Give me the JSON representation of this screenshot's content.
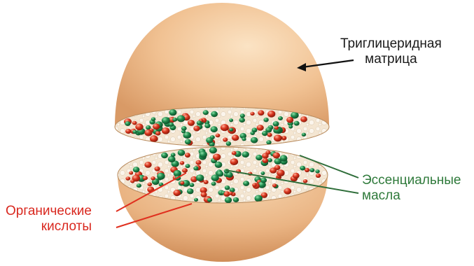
{
  "labels": {
    "matrix": {
      "line1": "Триглицеридная",
      "line2": "матрица"
    },
    "essential_oils": {
      "line1": "Эссенциальные",
      "line2": "масла"
    },
    "organic_acids": {
      "line1": "Органические",
      "line2": "кислоты"
    }
  },
  "colors": {
    "shell": "#f2c89a",
    "shell_shadow": "#d89a66",
    "cut_surface": "#f4e6d2",
    "oil_particle": "#1f8a4c",
    "acid_particle": "#d9361e",
    "matrix_text": "#1a1a1a",
    "oil_text": "#2f7a3b",
    "acid_text": "#d9281f"
  }
}
